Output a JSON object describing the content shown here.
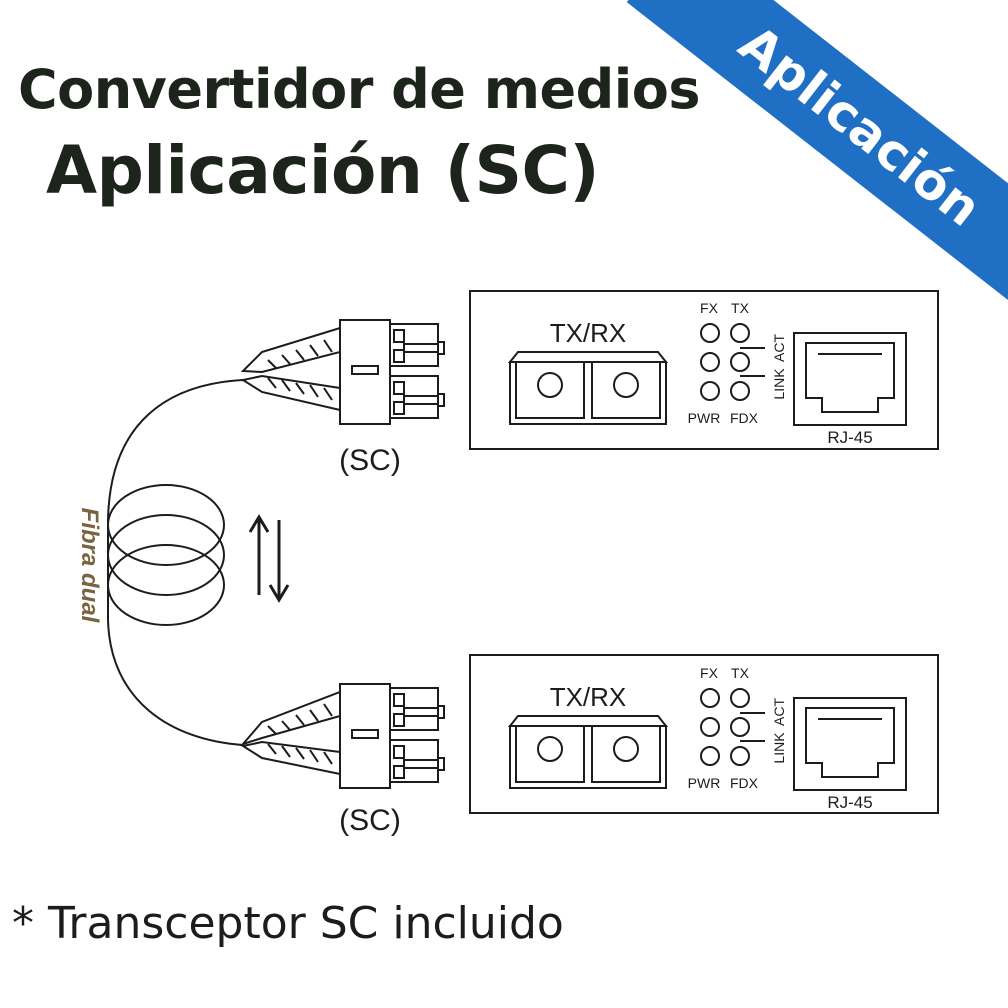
{
  "header": {
    "title_line1": "Convertidor de medios",
    "title_line2": "Aplicación (SC)"
  },
  "ribbon": {
    "label": "Aplicación",
    "color": "#1f6fc4"
  },
  "fiber": {
    "label": "Fibra dual",
    "label_color": "#7a6440"
  },
  "connector_label": "(SC)",
  "converters": [
    {
      "port_label": "TX/RX",
      "led_top_labels": [
        "FX",
        "TX"
      ],
      "led_side_labels": [
        "ACT",
        "LINK"
      ],
      "led_bottom_labels": [
        "PWR",
        "FDX"
      ],
      "rj45_label": "RJ-45"
    },
    {
      "port_label": "TX/RX",
      "led_top_labels": [
        "FX",
        "TX"
      ],
      "led_side_labels": [
        "ACT",
        "LINK"
      ],
      "led_bottom_labels": [
        "PWR",
        "FDX"
      ],
      "rj45_label": "RJ-45"
    }
  ],
  "footnote": "* Transceptor SC incluido"
}
